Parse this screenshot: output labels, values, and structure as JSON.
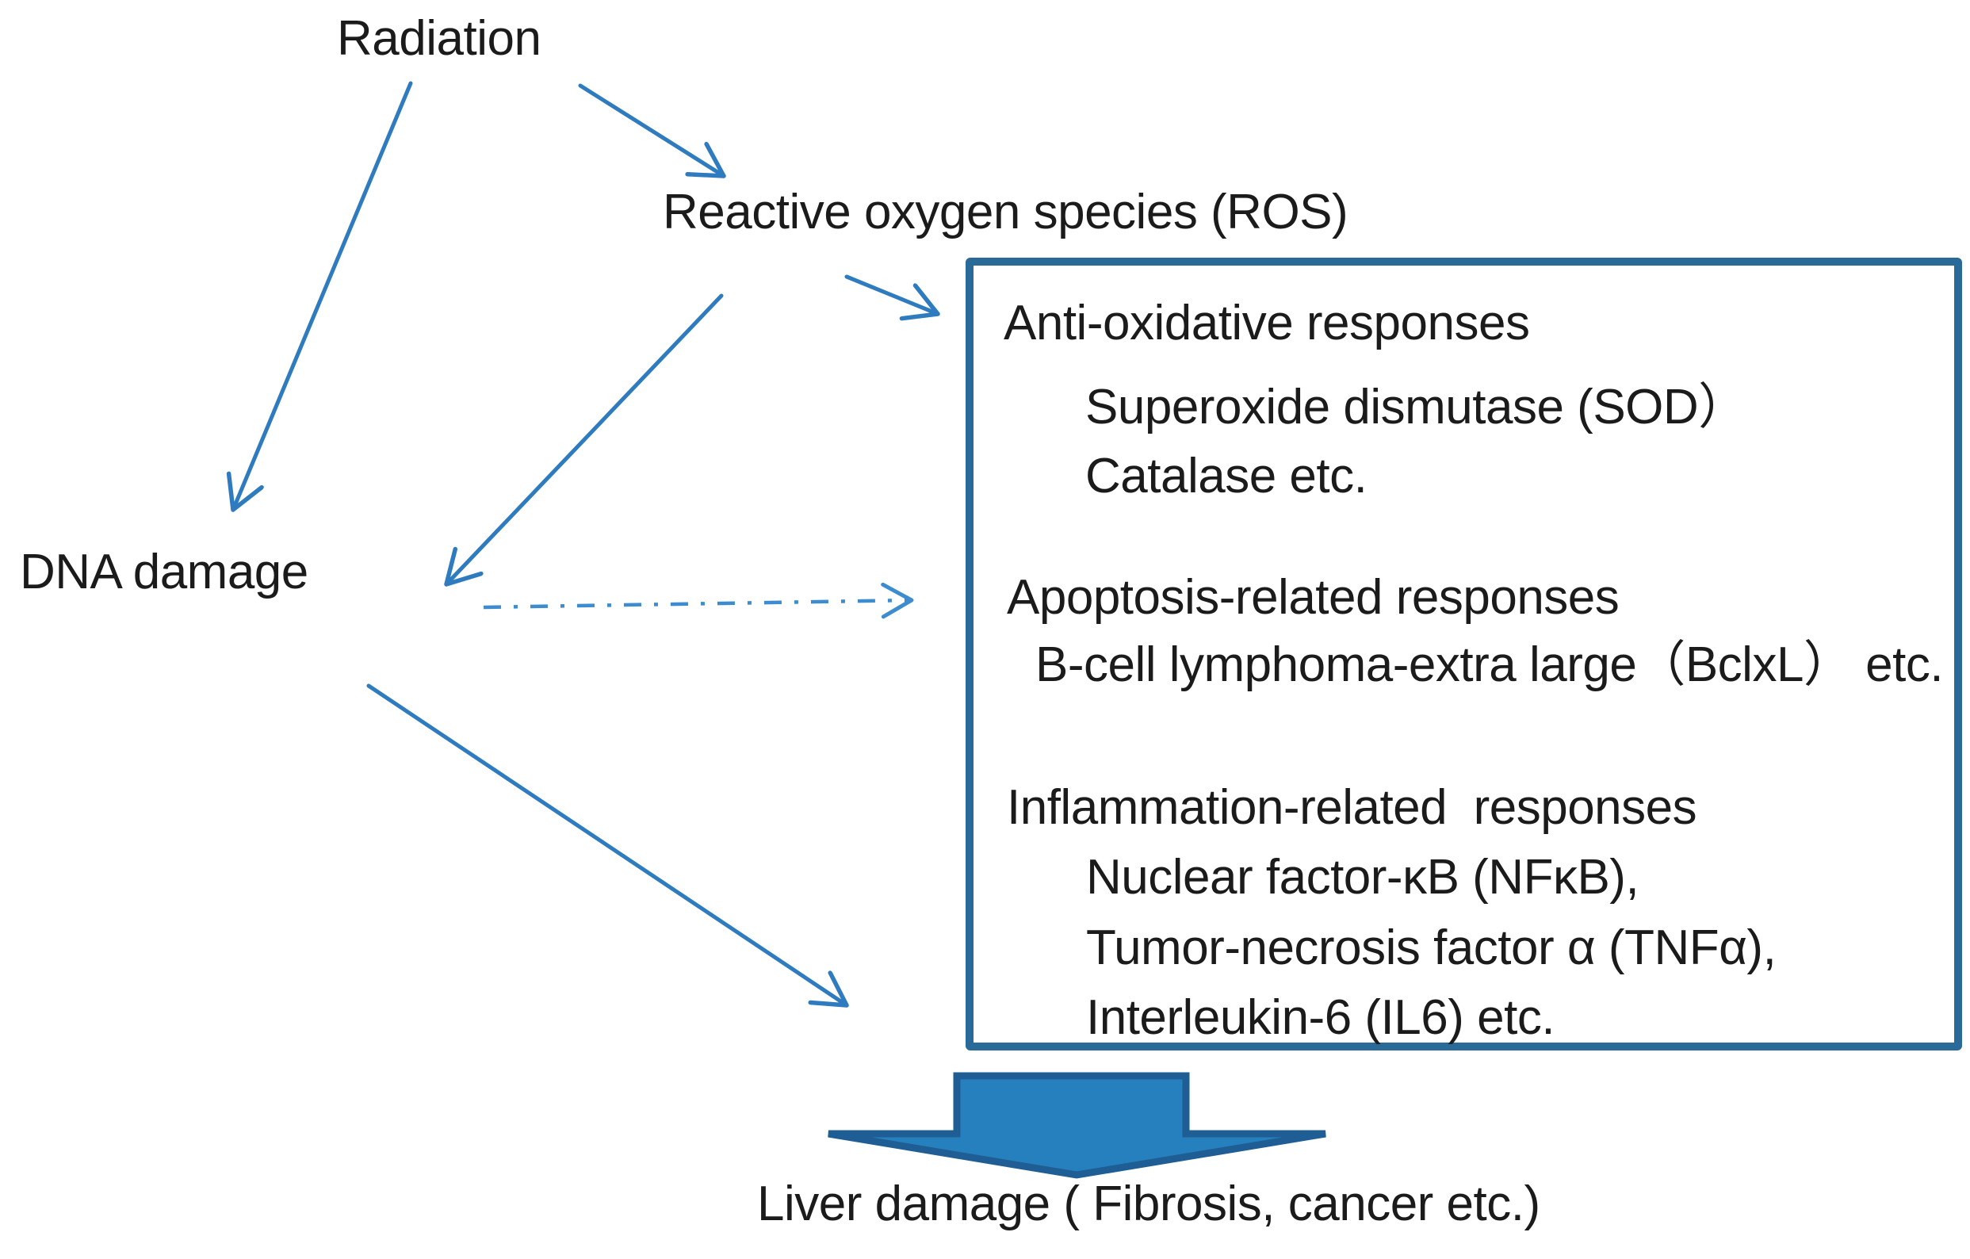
{
  "nodes": {
    "radiation": "Radiation",
    "ros": "Reactive oxygen species (ROS)",
    "dna_damage": "DNA damage",
    "liver_damage": "Liver damage ( Fibrosis, cancer etc.)"
  },
  "box": {
    "sections": [
      {
        "title": "Anti-oxidative responses",
        "items": [
          "Superoxide dismutase (SOD）",
          "Catalase etc."
        ]
      },
      {
        "title": "Apoptosis-related responses",
        "items": [
          "B-cell lymphoma-extra large（BclxL） etc."
        ]
      },
      {
        "title": "Inflammation-related  responses",
        "items": [
          "Nuclear factor-κB (NFκB),",
          "Tumor-necrosis factor α (TNFα),",
          "Interleukin-6 (IL6) etc."
        ]
      }
    ]
  },
  "colors": {
    "arrow_blue": "#2E7BC0",
    "dashed_arrow_blue": "#3E8CD0",
    "box_border_blue": "#2A6A99",
    "fat_arrow_fill": "#2780BE",
    "fat_arrow_border": "#1F5E94",
    "text": "#1b1b1b",
    "background": "#ffffff"
  }
}
